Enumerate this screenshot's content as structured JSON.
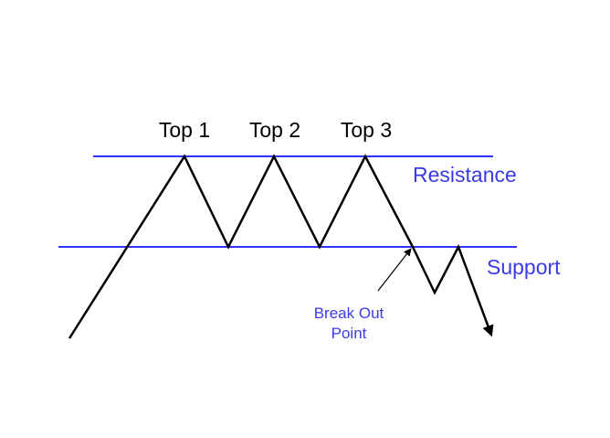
{
  "colors": {
    "line": "#3333ff",
    "path": "#000000",
    "label_blue": "#3a3ae8",
    "background": "#ffffff"
  },
  "labels": {
    "top1": "Top 1",
    "top2": "Top 2",
    "top3": "Top 3",
    "resistance": "Resistance",
    "support": "Support",
    "breakout_line1": "Break Out",
    "breakout_line2": "Point"
  }
}
